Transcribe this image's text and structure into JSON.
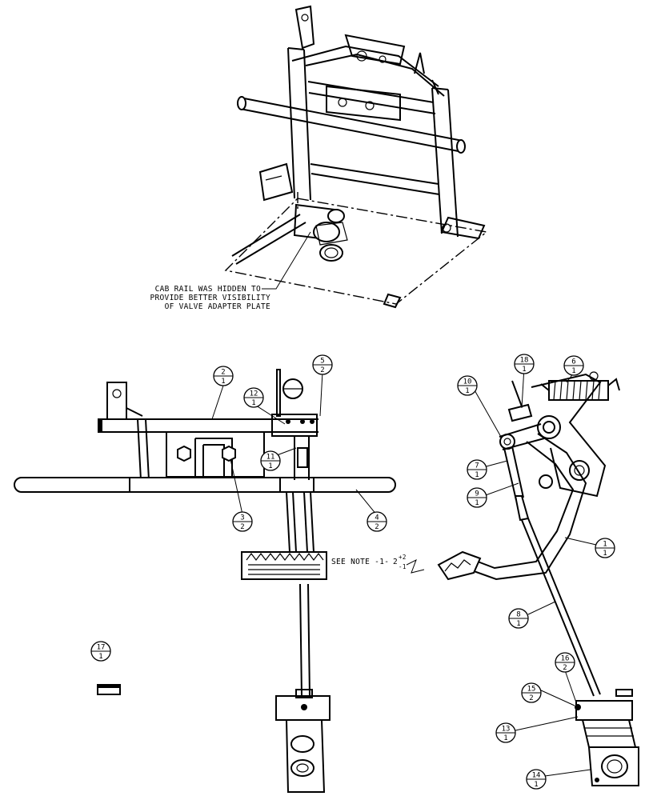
{
  "note_top": {
    "lines": [
      "CAB RAIL WAS HIDDEN TO",
      "PROVIDE BETTER VISIBILITY",
      "OF VALVE ADAPTER PLATE"
    ]
  },
  "note_side": {
    "text": "SEE NOTE -1-",
    "base": "2",
    "sup": "+2",
    "sub": "-1"
  },
  "callouts": [
    {
      "id": "c2",
      "top": "2",
      "bottom": "1"
    },
    {
      "id": "c12",
      "top": "12",
      "bottom": "1"
    },
    {
      "id": "c5",
      "top": "5",
      "bottom": "2"
    },
    {
      "id": "c11",
      "top": "11",
      "bottom": "1"
    },
    {
      "id": "c3",
      "top": "3",
      "bottom": "2"
    },
    {
      "id": "c4",
      "top": "4",
      "bottom": "2"
    },
    {
      "id": "c17",
      "top": "17",
      "bottom": "1"
    },
    {
      "id": "c6",
      "top": "6",
      "bottom": "1"
    },
    {
      "id": "c18",
      "top": "18",
      "bottom": "1"
    },
    {
      "id": "c10",
      "top": "10",
      "bottom": "1"
    },
    {
      "id": "c7",
      "top": "7",
      "bottom": "1"
    },
    {
      "id": "c9",
      "top": "9",
      "bottom": "1"
    },
    {
      "id": "c1",
      "top": "1",
      "bottom": "1"
    },
    {
      "id": "c8",
      "top": "8",
      "bottom": "1"
    },
    {
      "id": "c16",
      "top": "16",
      "bottom": "2"
    },
    {
      "id": "c15",
      "top": "15",
      "bottom": "2"
    },
    {
      "id": "c13",
      "top": "13",
      "bottom": "1"
    },
    {
      "id": "c14",
      "top": "14",
      "bottom": "1"
    }
  ]
}
